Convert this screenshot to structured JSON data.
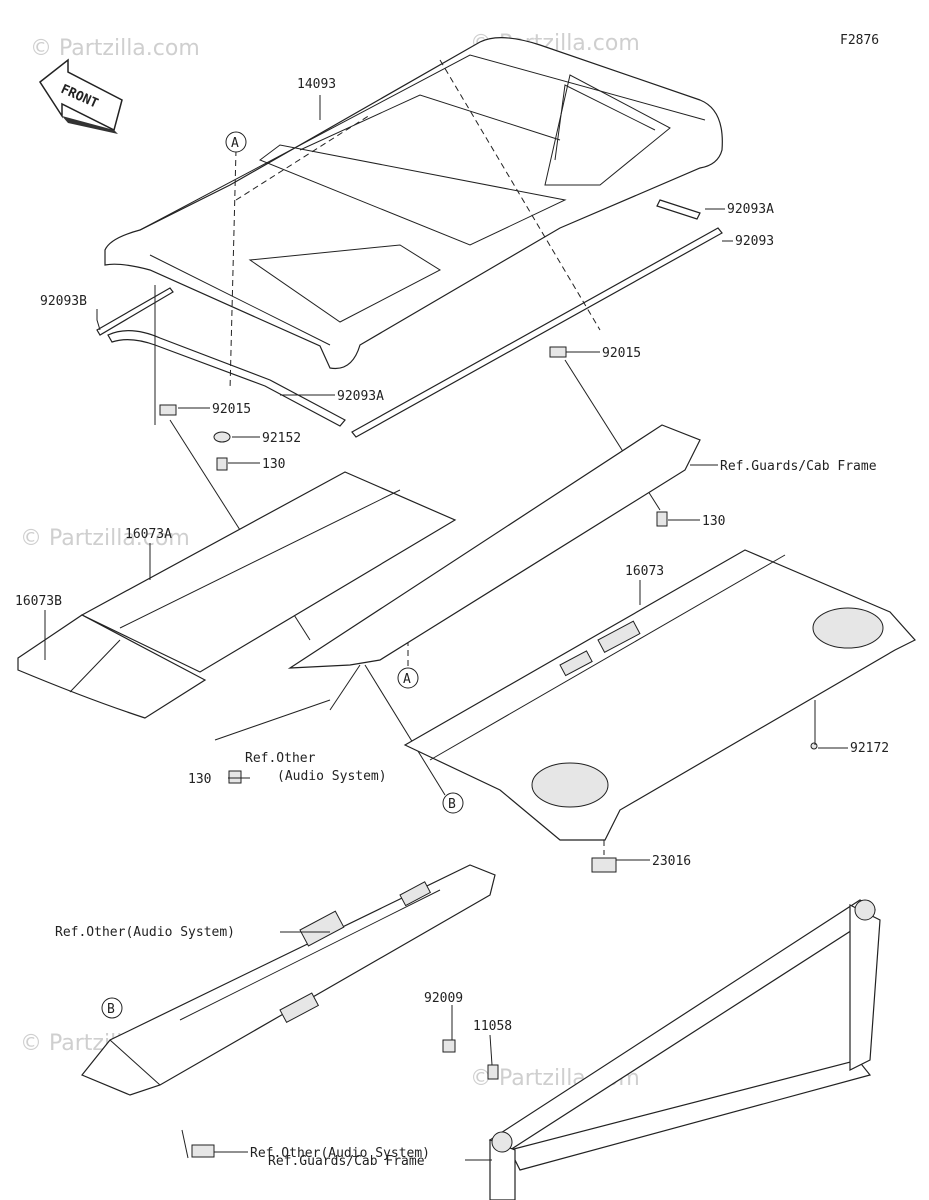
{
  "figure_id": "F2876",
  "front_label": "FRONT",
  "watermark": "© Partzilla.com",
  "ref_labels": {
    "guards_cab_frame": "Ref.Guards/Cab Frame",
    "other_audio_line1": "Ref.Other",
    "other_audio_line2": "(Audio System)",
    "other_audio_full": "Ref.Other(Audio System)"
  },
  "callouts": {
    "a": "A",
    "b": "B"
  },
  "part_numbers": {
    "p14093": "14093",
    "p92093A": "92093A",
    "p92093": "92093",
    "p92093B": "92093B",
    "p92015": "92015",
    "p92152": "92152",
    "p130": "130",
    "p16073A": "16073A",
    "p16073B": "16073B",
    "p16073": "16073",
    "p92172": "92172",
    "p23016": "23016",
    "p92009": "92009",
    "p11058": "11058"
  }
}
